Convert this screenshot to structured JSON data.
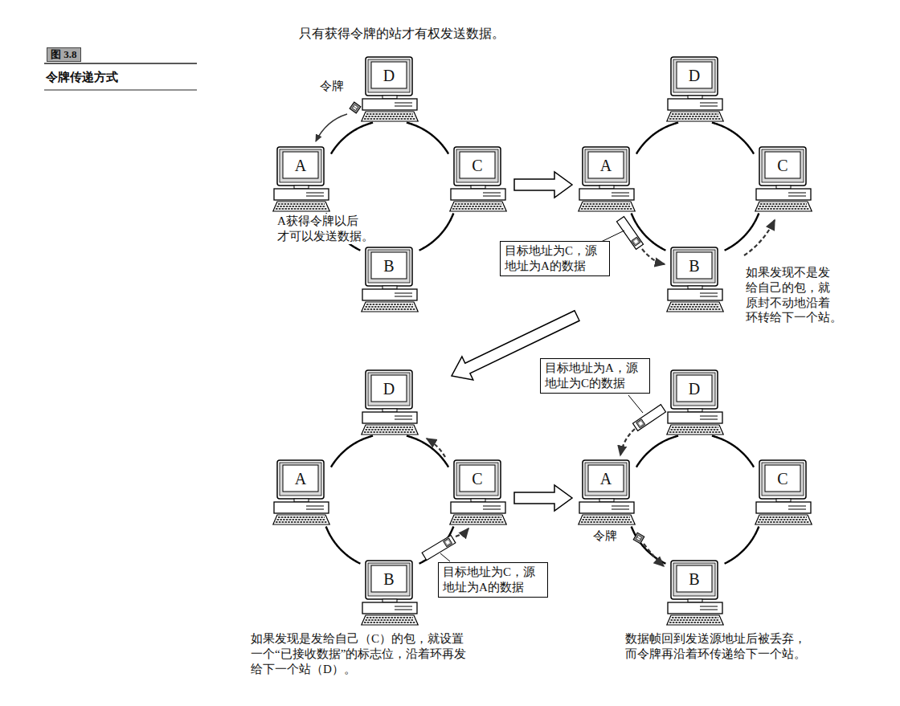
{
  "diagram": {
    "caption": "令牌传递方式",
    "nodes": [
      {
        "text": [
          "D"
        ]
      },
      {
        "text": [
          "A"
        ]
      },
      {
        "text": [
          "C"
        ]
      },
      {
        "text": [
          "B"
        ]
      },
      {
        "text": [
          "D"
        ]
      },
      {
        "text": [
          "A"
        ]
      },
      {
        "text": [
          "C"
        ]
      },
      {
        "text": [
          "B"
        ]
      },
      {
        "text": [
          "目标地址为C，源 地址为A的数据"
        ]
      },
      {
        "text": [
          "D"
        ]
      },
      {
        "text": [
          "A"
        ]
      },
      {
        "text": [
          "C"
        ]
      },
      {
        "text": [
          "B"
        ]
      },
      {
        "text": [
          "目标地址为C，源 地址为A的数据"
        ]
      },
      {
        "text": [
          "目标地址为A，源 地址为C的数据"
        ]
      },
      {
        "text": [
          "D"
        ]
      },
      {
        "text": [
          "A"
        ]
      },
      {
        "text": [
          "C"
        ]
      },
      {
        "text": [
          "B"
        ]
      }
    ],
    "edges": [
      {
        "from": 1,
        "to": 0,
        "arrow": "none"
      },
      {
        "from": 0,
        "to": 2,
        "arrow": "none"
      },
      {
        "from": 2,
        "to": 3,
        "arrow": "none"
      },
      {
        "from": 3,
        "to": 1,
        "arrow": "none"
      },
      {
        "from": 5,
        "to": 4,
        "arrow": "none"
      },
      {
        "from": 4,
        "to": 6,
        "arrow": "none"
      },
      {
        "from": 6,
        "to": 7,
        "arrow": "none"
      },
      {
        "from": 7,
        "to": 5,
        "arrow": "none"
      },
      {
        "from": 10,
        "to": 9,
        "arrow": "none"
      },
      {
        "from": 9,
        "to": 11,
        "arrow": "none"
      },
      {
        "from": 11,
        "to": 12,
        "arrow": "none"
      },
      {
        "from": 12,
        "to": 10,
        "arrow": "none"
      },
      {
        "from": 16,
        "to": 15,
        "arrow": "none"
      },
      {
        "from": 15,
        "to": 17,
        "arrow": "none"
      },
      {
        "from": 17,
        "to": 18,
        "arrow": "none"
      },
      {
        "from": 18,
        "to": 16,
        "arrow": "none"
      }
    ],
    "labels": [
      "图 3.8",
      "只有获得令牌的站才有权发送数据。",
      "令牌",
      "A获得令牌以后 才可以发送数据。",
      "如果发现不是发 给自己的包，就 原封不动地沿着 环转给下一个站。",
      "如果发现是发给自己（C）的包，就设置 一个“已接收数据”的标志位，沿着环再发 给下一个站（D）。",
      "令牌",
      "数据帧回到发送源地址后被丢弃， 而令牌再沿着环传递给下一个站。"
    ]
  }
}
